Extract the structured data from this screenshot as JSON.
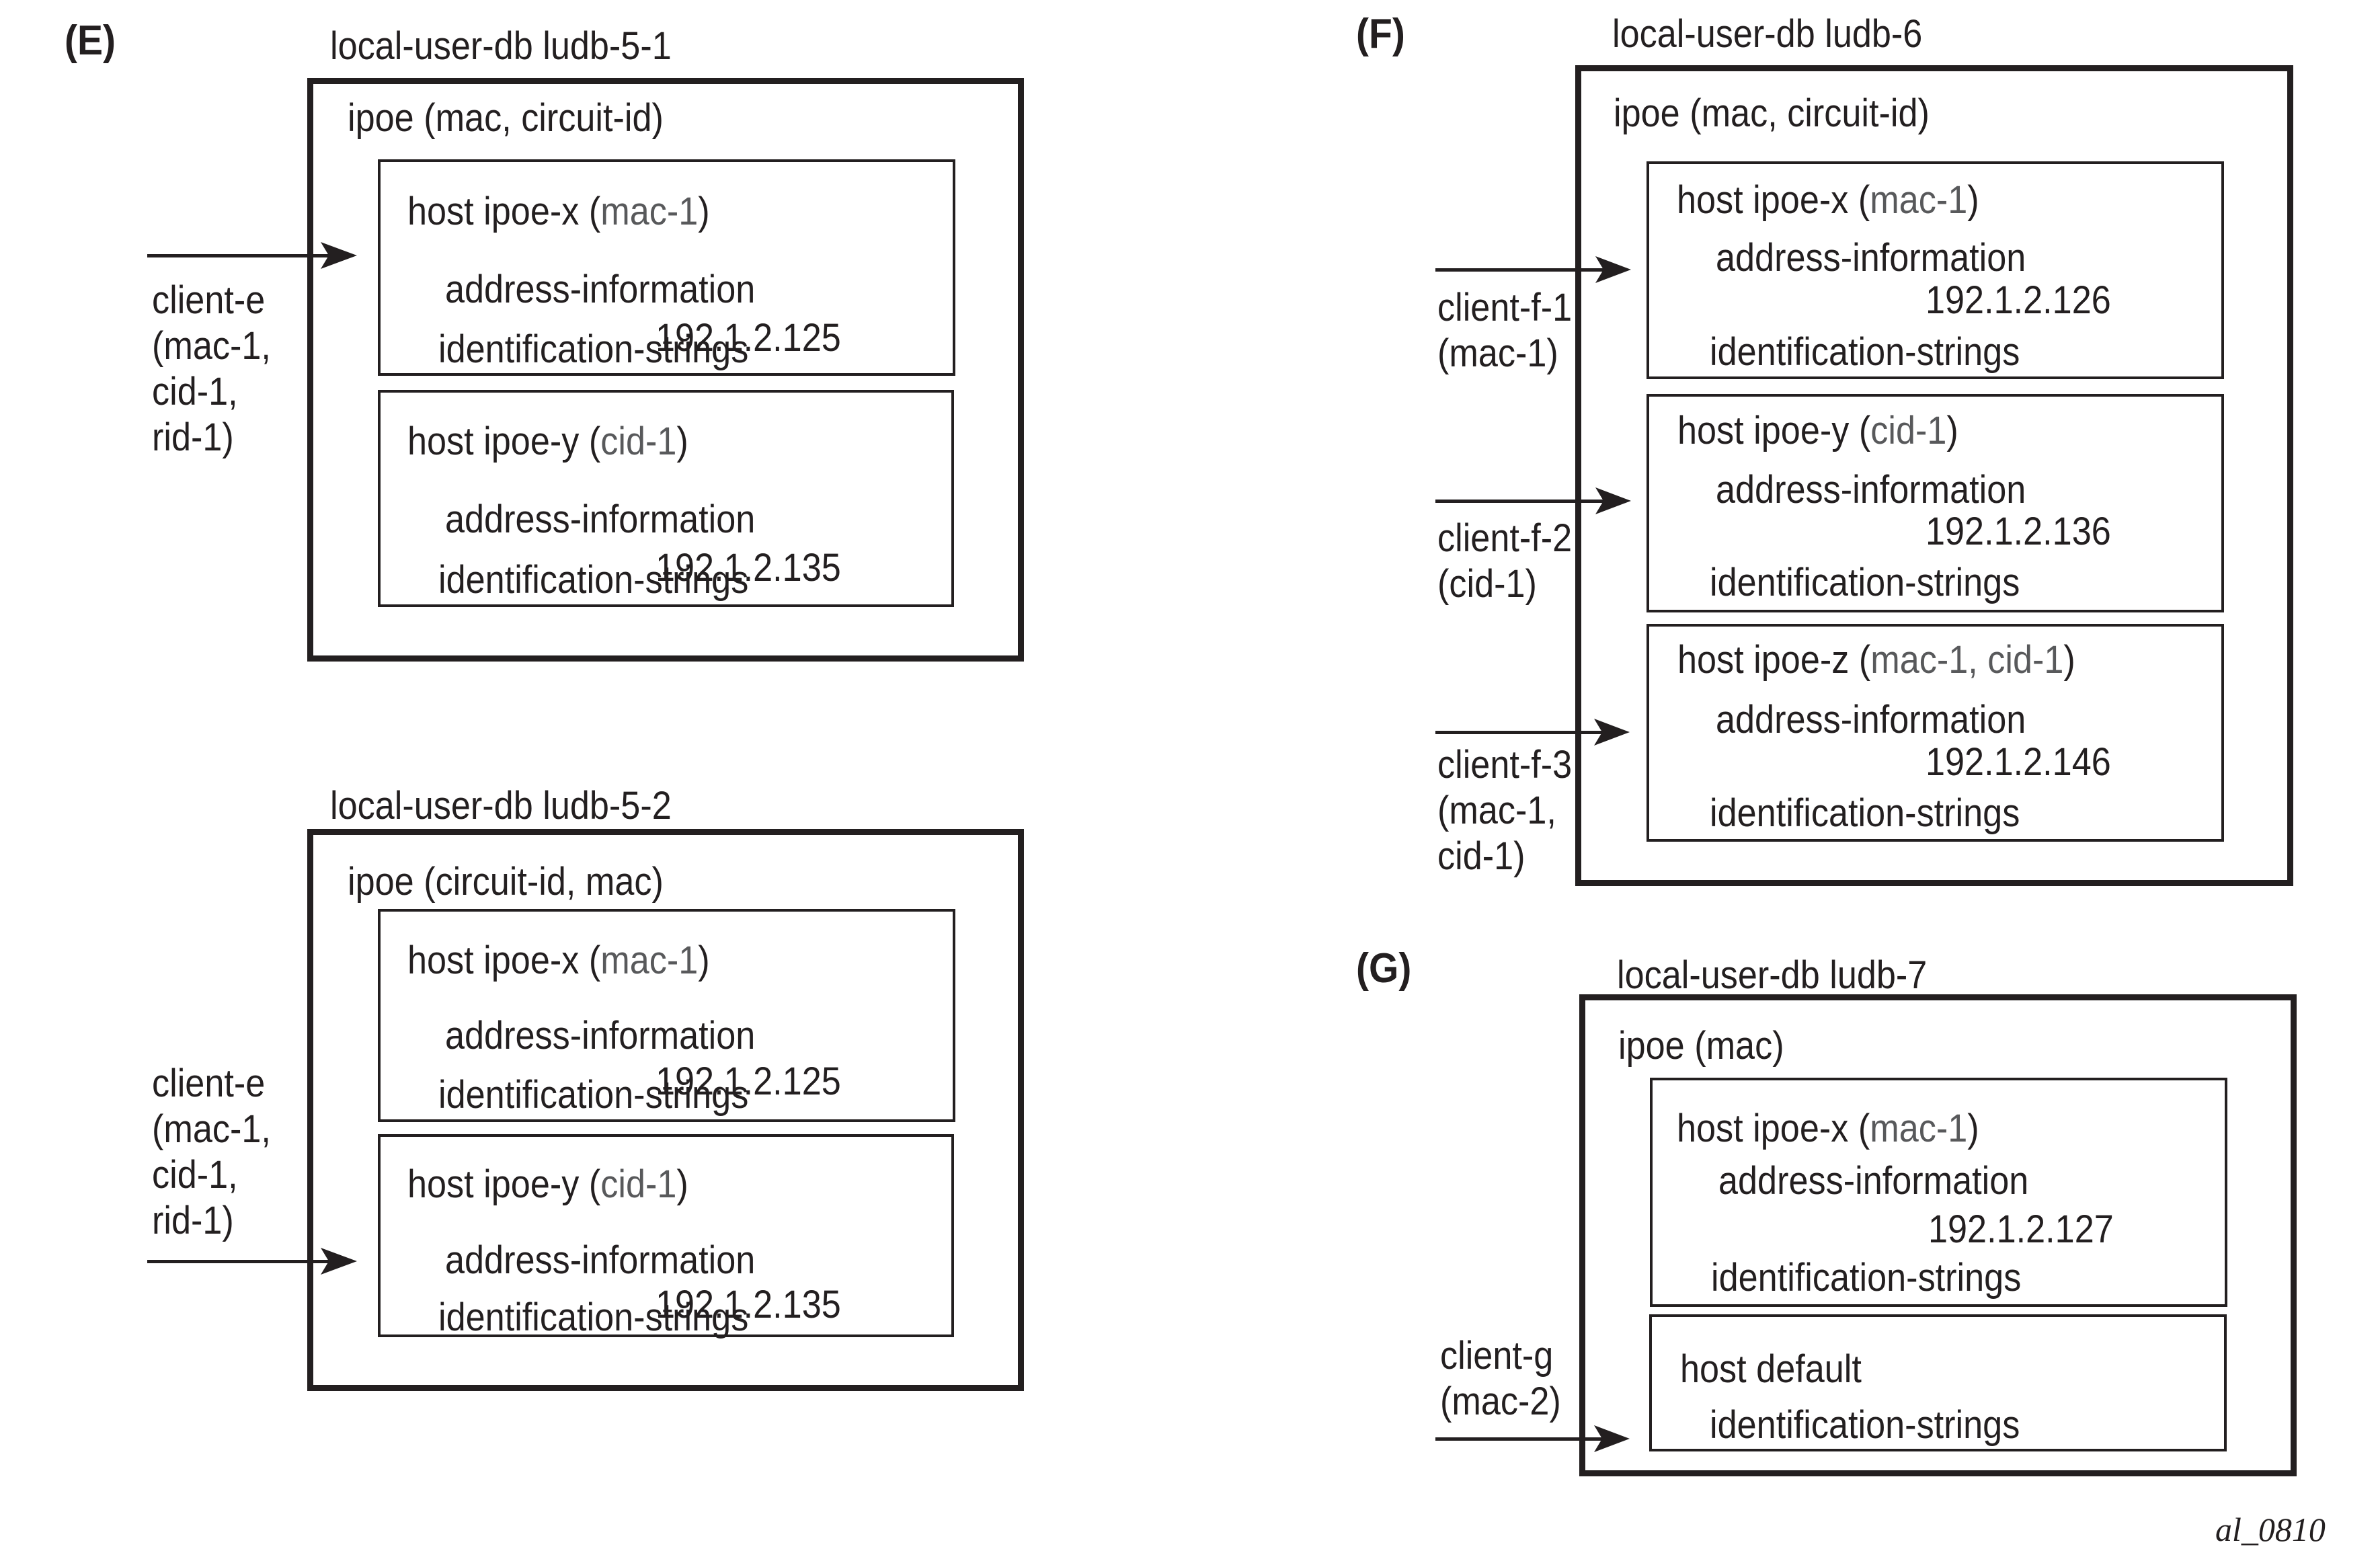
{
  "panels": {
    "E": {
      "label": "(E)",
      "dbs": [
        {
          "title": "local-user-db ludb-5-1",
          "ipoe": "ipoe (mac, circuit-id)",
          "hosts": [
            {
              "prefix": "host ipoe-x (",
              "key": "mac-1",
              "suffix": ")",
              "addr_label": "address-information",
              "address": "192.1.2.125",
              "id_label": "identification-strings"
            },
            {
              "prefix": "host ipoe-y (",
              "key": "cid-1",
              "suffix": ")",
              "addr_label": "address-information",
              "address": "192.1.2.135",
              "id_label": "identification-strings"
            }
          ],
          "client": {
            "lines": [
              "client-e",
              "(mac-1,",
              "cid-1,",
              "rid-1)"
            ],
            "targets_host": "ipoe-x"
          }
        },
        {
          "title": "local-user-db ludb-5-2",
          "ipoe": "ipoe (circuit-id, mac)",
          "hosts": [
            {
              "prefix": "host ipoe-x (",
              "key": "mac-1",
              "suffix": ")",
              "addr_label": "address-information",
              "address": "192.1.2.125",
              "id_label": "identification-strings"
            },
            {
              "prefix": "host ipoe-y (",
              "key": "cid-1",
              "suffix": ")",
              "addr_label": "address-information",
              "address": "192.1.2.135",
              "id_label": "identification-strings"
            }
          ],
          "client": {
            "lines": [
              "client-e",
              "(mac-1,",
              "cid-1,",
              "rid-1)"
            ],
            "targets_host": "ipoe-y"
          }
        }
      ]
    },
    "F": {
      "label": "(F)",
      "title": "local-user-db ludb-6",
      "ipoe": "ipoe (mac, circuit-id)",
      "hosts": [
        {
          "prefix": "host ipoe-x (",
          "key": "mac-1",
          "suffix": ")",
          "addr_label": "address-information",
          "address": "192.1.2.126",
          "id_label": "identification-strings"
        },
        {
          "prefix": "host ipoe-y (",
          "key": "cid-1",
          "suffix": ")",
          "addr_label": "address-information",
          "address": "192.1.2.136",
          "id_label": "identification-strings"
        },
        {
          "prefix": "host ipoe-z (",
          "key": "mac-1, cid-1",
          "suffix": ")",
          "addr_label": "address-information",
          "address": "192.1.2.146",
          "id_label": "identification-strings"
        }
      ],
      "clients": [
        {
          "lines": [
            "client-f-1",
            "(mac-1)"
          ],
          "targets_host": "ipoe-x"
        },
        {
          "lines": [
            "client-f-2",
            "(cid-1)"
          ],
          "targets_host": "ipoe-y"
        },
        {
          "lines": [
            "client-f-3",
            "(mac-1,",
            "cid-1)"
          ],
          "targets_host": "ipoe-z"
        }
      ]
    },
    "G": {
      "label": "(G)",
      "title": "local-user-db ludb-7",
      "ipoe": "ipoe (mac)",
      "hosts": [
        {
          "prefix": "host ipoe-x (",
          "key": "mac-1",
          "suffix": ")",
          "addr_label": "address-information",
          "address": "192.1.2.127",
          "id_label": "identification-strings"
        },
        {
          "label": "host default",
          "id_label": "identification-strings"
        }
      ],
      "client": {
        "lines": [
          "client-g",
          "(mac-2)"
        ],
        "targets_host": "default"
      }
    }
  },
  "colors": {
    "ink": "#231f20",
    "key_highlight": "#58595b",
    "background": "#ffffff"
  },
  "footer": "al_0810"
}
